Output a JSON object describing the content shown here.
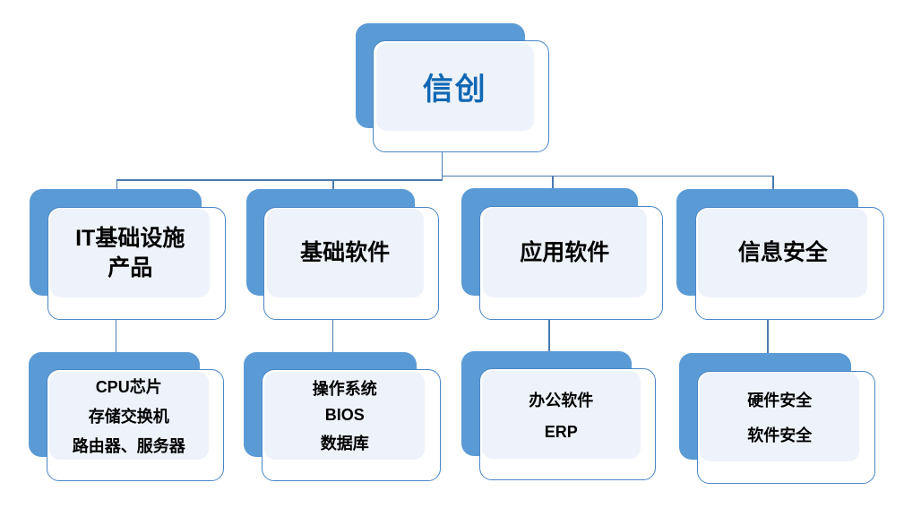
{
  "diagram": {
    "root": {
      "label": "信创"
    },
    "branches": [
      {
        "title": "IT基础设施产品",
        "title_lines": [
          "IT基础设施",
          "产品"
        ],
        "items": [
          "CPU芯片",
          "存储交换机",
          "路由器、服务器"
        ]
      },
      {
        "title": "基础软件",
        "title_lines": [
          "基础软件"
        ],
        "items": [
          "操作系统",
          "BIOS",
          "数据库"
        ]
      },
      {
        "title": "应用软件",
        "title_lines": [
          "应用软件"
        ],
        "items": [
          "办公软件",
          "ERP"
        ]
      },
      {
        "title": "信息安全",
        "title_lines": [
          "信息安全"
        ],
        "items": [
          "硬件安全",
          "软件安全"
        ]
      }
    ],
    "colors": {
      "shape_blue": "#5B9BD5",
      "panel_fill": "#EEF2FA",
      "card_border": "#4A86C6",
      "connector": "#4A7AAE",
      "root_text": "#1068B5",
      "body_text": "#000000"
    }
  }
}
